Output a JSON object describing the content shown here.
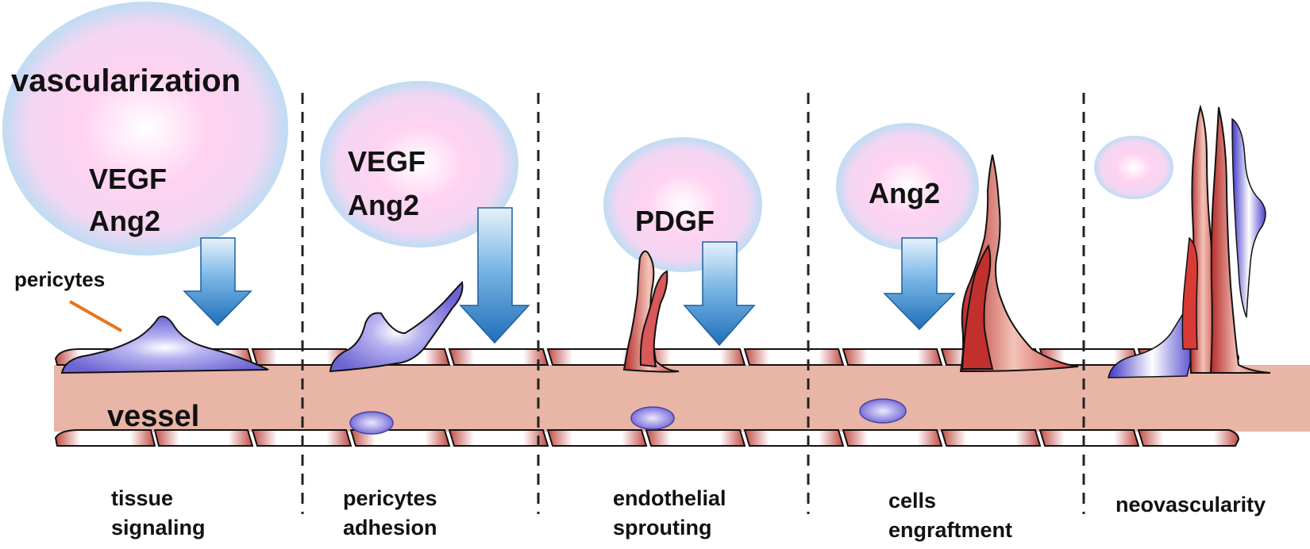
{
  "title": "vascularization",
  "vessel_label": "vessel",
  "pericytes_label": "pericytes",
  "bubbles": [
    {
      "lines": [
        "VEGF",
        "Ang2"
      ]
    },
    {
      "lines": [
        "VEGF",
        "Ang2"
      ]
    },
    {
      "lines": [
        "PDGF"
      ]
    },
    {
      "lines": [
        "Ang2"
      ]
    },
    {
      "lines": []
    }
  ],
  "stages": [
    {
      "line1": "tissue",
      "line2": "signaling"
    },
    {
      "line1": "pericytes",
      "line2": "adhesion"
    },
    {
      "line1": "endothelial",
      "line2": "sprouting"
    },
    {
      "line1": "cells",
      "line2": "engraftment"
    },
    {
      "line1": "neovascularity",
      "line2": ""
    }
  ],
  "colors": {
    "vessel": "#e8b5a6",
    "bubble_core": "#ffd6f2",
    "bubble_edge": "#c8e0f4",
    "arrow": "#2f82c8",
    "pericyte": "#7b73d8",
    "sprout": "#cf4b46",
    "pointer_line": "#e8751a"
  }
}
